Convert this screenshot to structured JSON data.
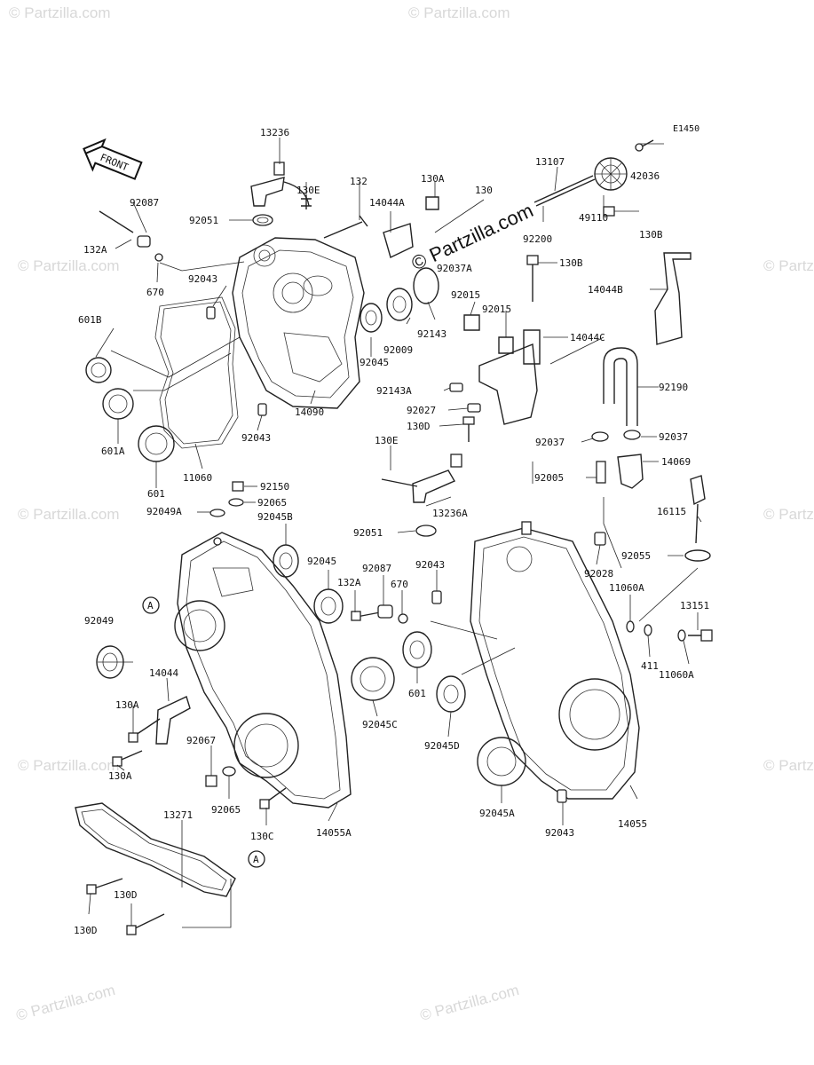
{
  "diagram": {
    "code": "E1450",
    "front_label": "FRONT",
    "watermark_big": "© Partzilla.com",
    "watermark_small": "© Partzilla.com",
    "ref_marker": "A"
  },
  "labels": {
    "p13236": "13236",
    "p92087_a": "92087",
    "p132a_a": "132A",
    "p670_a": "670",
    "p92051_a": "92051",
    "p130e_a": "130E",
    "p132": "132",
    "p14044a": "14044A",
    "p130a_top": "130A",
    "p130": "130",
    "p13107": "13107",
    "p42036": "42036",
    "p49110": "49110",
    "p92200": "92200",
    "p130b_1": "130B",
    "p130b_2": "130B",
    "p92037a": "92037A",
    "p14044b": "14044B",
    "p92043_a": "92043",
    "p601b": "601B",
    "p92015_a": "92015",
    "p92015_b": "92015",
    "p92009": "92009",
    "p92143": "92143",
    "p14044c": "14044C",
    "p92045_a": "92045",
    "p92143a": "92143A",
    "p92190": "92190",
    "p92027": "92027",
    "p130d_a": "130D",
    "p14090": "14090",
    "p601a": "601A",
    "p92043_b": "92043",
    "p92037_a": "92037",
    "p92037_b": "92037",
    "p130e_b": "130E",
    "p14069": "14069",
    "p11060": "11060",
    "p601_a": "601",
    "p92005": "92005",
    "p92150": "92150",
    "p92065_a": "92065",
    "p92049a": "92049A",
    "p92045b": "92045B",
    "p13236a": "13236A",
    "p16115": "16115",
    "p92051_b": "92051",
    "p92055": "92055",
    "p92045_b": "92045",
    "p92087_b": "92087",
    "p92043_c": "92043",
    "p92028": "92028",
    "p132a_b": "132A",
    "p670_b": "670",
    "p11060a_1": "11060A",
    "p13151": "13151",
    "p92049": "92049",
    "p411": "411",
    "p11060a_2": "11060A",
    "p14044": "14044",
    "p130a_b": "130A",
    "p601_b": "601",
    "p92045c": "92045C",
    "p92067": "92067",
    "p92045d": "92045D",
    "p130a_c": "130A",
    "p92065_b": "92065",
    "p92045a": "92045A",
    "p13271": "13271",
    "p130c": "130C",
    "p14055a": "14055A",
    "p92043_d": "92043",
    "p14055": "14055",
    "p130d_b": "130D",
    "p130d_c": "130D"
  }
}
